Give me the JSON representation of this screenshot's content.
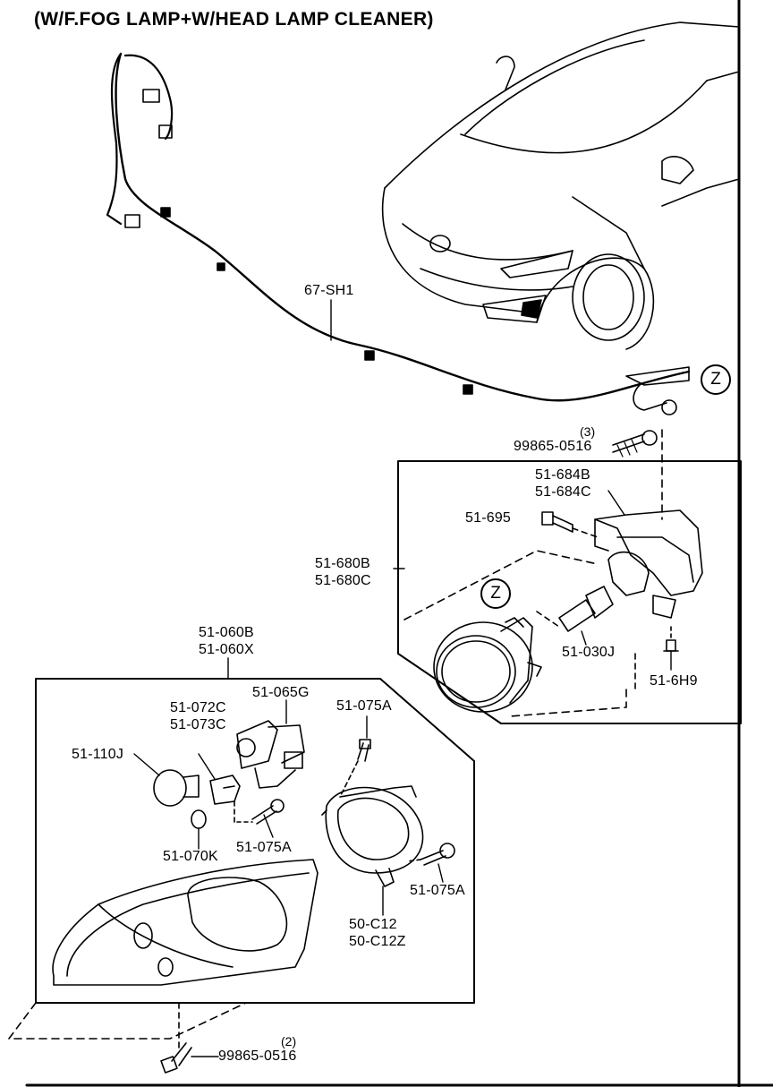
{
  "title": "(W/F.FOG LAMP+W/HEAD LAMP CLEANER)",
  "parts": {
    "harness": "67-SH1",
    "screw_top": "99865-0516",
    "screw_top_qty": "(3)",
    "bracket_1": "51-684B",
    "bracket_2": "51-684C",
    "bolt_695": "51-695",
    "fog_assy_1": "51-680B",
    "fog_assy_2": "51-680C",
    "fog_bulb": "51-030J",
    "fog_clip": "51-6H9",
    "head_assy_1": "51-060B",
    "head_assy_2": "51-060X",
    "socket_1": "51-072C",
    "socket_2": "51-073C",
    "hid_unit": "51-065G",
    "screw_075a_top": "51-075A",
    "bulb_110j": "51-110J",
    "bulb_070k": "51-070K",
    "screw_075a_mid": "51-075A",
    "screw_075a_right": "51-075A",
    "cover_1": "50-C12",
    "cover_2": "50-C12Z",
    "screw_bottom": "99865-0516",
    "screw_bottom_qty": "(2)"
  },
  "callout_letter": "Z"
}
